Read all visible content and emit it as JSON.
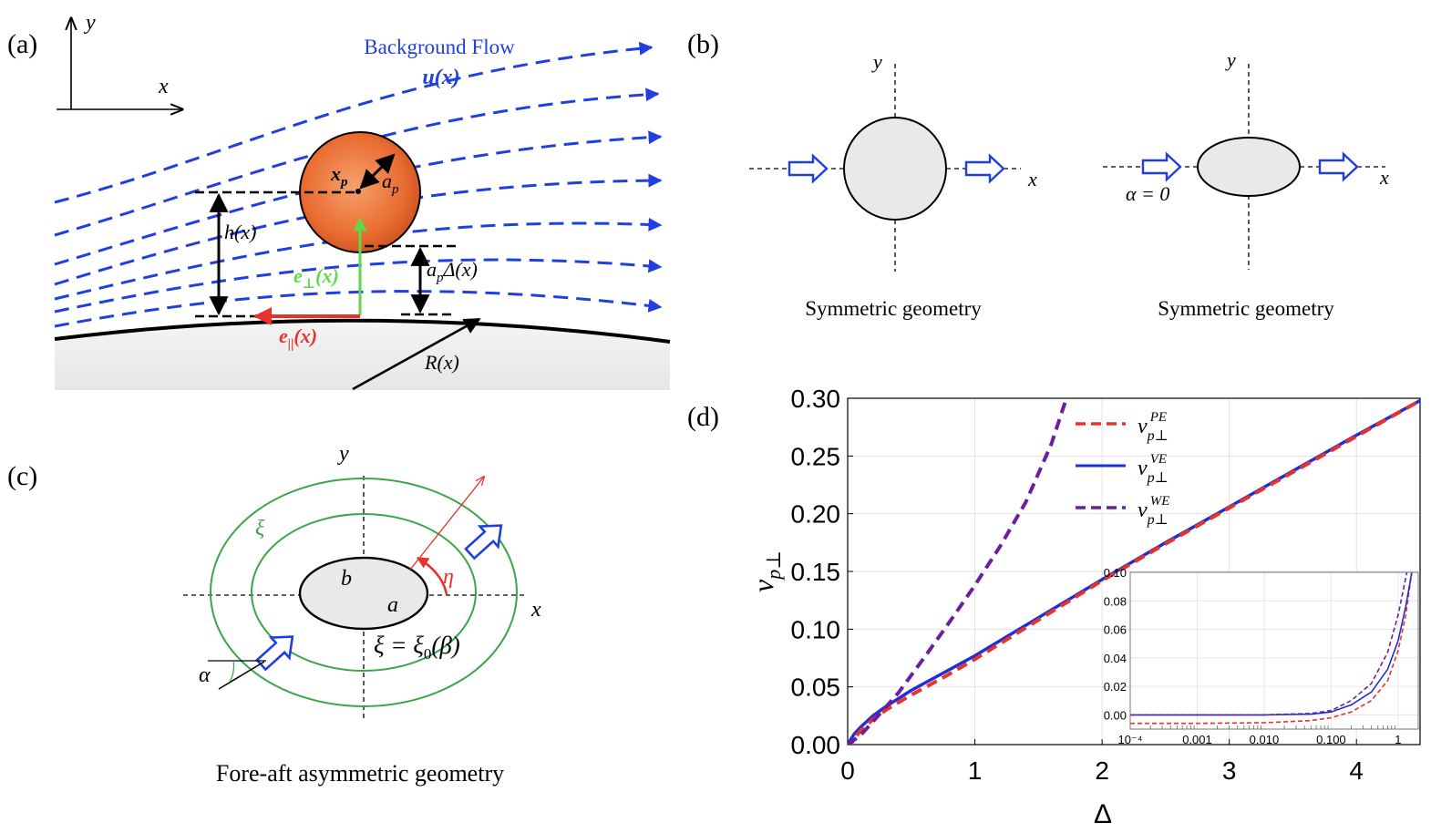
{
  "panel_a": {
    "label": "(a)",
    "axis_y": "y",
    "axis_x": "x",
    "flow_title": "Background Flow",
    "flow_symbol": "u(x)",
    "particle_center": "x",
    "particle_center_sub": "p",
    "particle_radius": "a",
    "particle_radius_sub": "p",
    "height_label": "h(x)",
    "gap_label_a": "a",
    "gap_label_sub": "p",
    "gap_label_rest": "Δ(x)",
    "e_perp": "e",
    "e_perp_sub": "⊥",
    "e_perp_rest": "(x)",
    "e_par": "e",
    "e_par_sub": "||",
    "e_par_rest": "(x)",
    "radius_label": "R(x)",
    "colors": {
      "flow": "#1f3fe0",
      "particle": "#e8682f",
      "e_perp": "#5fd84a",
      "e_par": "#e8332a"
    }
  },
  "panel_b": {
    "label": "(b)",
    "left": {
      "axis_y": "y",
      "axis_x": "x",
      "caption": "Symmetric geometry"
    },
    "right": {
      "axis_y": "y",
      "axis_x": "x",
      "alpha": "α = 0",
      "caption": "Symmetric geometry"
    }
  },
  "panel_c": {
    "label": "(c)",
    "axis_y": "y",
    "axis_x": "x",
    "xi": "ξ",
    "b": "b",
    "a": "a",
    "eta": "η",
    "xi_eq": "ξ = ξ",
    "xi_eq_sub": "0",
    "xi_eq_rest": "(β)",
    "alpha": "α",
    "caption": "Fore-aft asymmetric geometry"
  },
  "panel_d": {
    "label": "(d)"
  },
  "chart_data": {
    "type": "line",
    "xlabel": "Δ",
    "ylabel": "v",
    "ylabel_sub": "p⊥",
    "xlim": [
      0,
      4.5
    ],
    "ylim": [
      0,
      0.3
    ],
    "xticks": [
      "0",
      "1",
      "2",
      "3",
      "4"
    ],
    "yticks": [
      "0.00",
      "0.05",
      "0.10",
      "0.15",
      "0.20",
      "0.25",
      "0.30"
    ],
    "grid": true,
    "legend_position": "top-right",
    "series": [
      {
        "name": "v_{p⊥}^{PE}",
        "legend_base": "v",
        "legend_sub": "p⊥",
        "legend_sup": "PE",
        "style": "dashed",
        "color": "#e8332a",
        "x": [
          0,
          0.05,
          0.1,
          0.2,
          0.3,
          0.5,
          0.75,
          1.0,
          1.5,
          2.0,
          2.5,
          3.0,
          3.5,
          4.0,
          4.5
        ],
        "y": [
          -0.005,
          0.005,
          0.012,
          0.022,
          0.03,
          0.043,
          0.058,
          0.074,
          0.108,
          0.142,
          0.174,
          0.205,
          0.236,
          0.267,
          0.298
        ]
      },
      {
        "name": "v_{p⊥}^{VE}",
        "legend_base": "v",
        "legend_sub": "p⊥",
        "legend_sup": "VE",
        "style": "solid",
        "color": "#1f2fd8",
        "x": [
          0,
          0.05,
          0.1,
          0.2,
          0.3,
          0.5,
          0.75,
          1.0,
          1.5,
          2.0,
          2.5,
          3.0,
          3.5,
          4.0,
          4.5
        ],
        "y": [
          0.0,
          0.009,
          0.015,
          0.025,
          0.033,
          0.047,
          0.062,
          0.077,
          0.11,
          0.143,
          0.175,
          0.206,
          0.237,
          0.268,
          0.298
        ]
      },
      {
        "name": "v_{p⊥}^{WE}",
        "legend_base": "v",
        "legend_sub": "p⊥",
        "legend_sup": "WE",
        "style": "dashed",
        "color": "#6a1fa0",
        "x": [
          0,
          0.1,
          0.2,
          0.4,
          0.6,
          0.8,
          1.0,
          1.2,
          1.4,
          1.6,
          1.72
        ],
        "y": [
          0.0,
          0.008,
          0.02,
          0.045,
          0.075,
          0.106,
          0.138,
          0.172,
          0.21,
          0.26,
          0.3
        ]
      }
    ],
    "inset": {
      "type": "line",
      "xscale": "log",
      "xlim": [
        0.0001,
        2
      ],
      "ylim": [
        -0.01,
        0.1
      ],
      "xticks": [
        "10⁻⁴",
        "0.001",
        "0.010",
        "0.100",
        "1"
      ],
      "yticks": [
        "0.00",
        "0.02",
        "0.04",
        "0.06",
        "0.08",
        "0.10"
      ],
      "series": [
        {
          "style": "dashed",
          "color": "#e8332a",
          "x": [
            0.0001,
            0.001,
            0.01,
            0.05,
            0.1,
            0.2,
            0.4,
            0.7,
            1.0,
            1.3,
            1.6
          ],
          "y": [
            -0.006,
            -0.006,
            -0.0055,
            -0.004,
            -0.002,
            0.002,
            0.01,
            0.024,
            0.045,
            0.07,
            0.1
          ]
        },
        {
          "style": "solid",
          "color": "#1f2fd8",
          "x": [
            0.0001,
            0.001,
            0.01,
            0.05,
            0.1,
            0.2,
            0.4,
            0.7,
            1.0,
            1.3,
            1.6
          ],
          "y": [
            0.0,
            0.0,
            0.0,
            0.0005,
            0.002,
            0.007,
            0.016,
            0.032,
            0.052,
            0.076,
            0.1
          ]
        },
        {
          "style": "dashed",
          "color": "#6a1fa0",
          "x": [
            0.0001,
            0.001,
            0.01,
            0.05,
            0.1,
            0.2,
            0.4,
            0.7,
            1.0,
            1.2,
            1.35
          ],
          "y": [
            0.0,
            0.0,
            0.0,
            0.001,
            0.003,
            0.01,
            0.022,
            0.044,
            0.07,
            0.088,
            0.1
          ]
        }
      ]
    }
  }
}
